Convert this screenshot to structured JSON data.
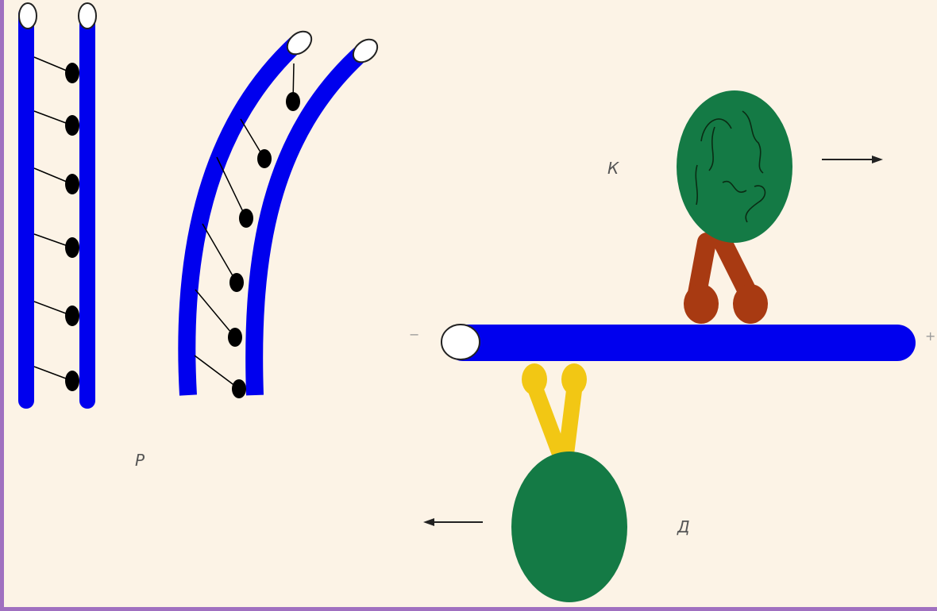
{
  "labels": {
    "panel_r": "Р",
    "kinesin": "К",
    "dynein": "Д",
    "minus_end": "−",
    "plus_end": "+"
  },
  "colors": {
    "background": "#fcf3e6",
    "frame": "#a070c0",
    "microtubule": "#0000ee",
    "tube_end": "#ffffff",
    "crosslink_dot": "#000000",
    "cargo": "#147a45",
    "kinesin_motor": "#a83a12",
    "dynein_motor": "#f2c714"
  },
  "icons": {
    "kinesin_direction": "arrow-right-icon",
    "dynein_direction": "arrow-left-icon"
  }
}
